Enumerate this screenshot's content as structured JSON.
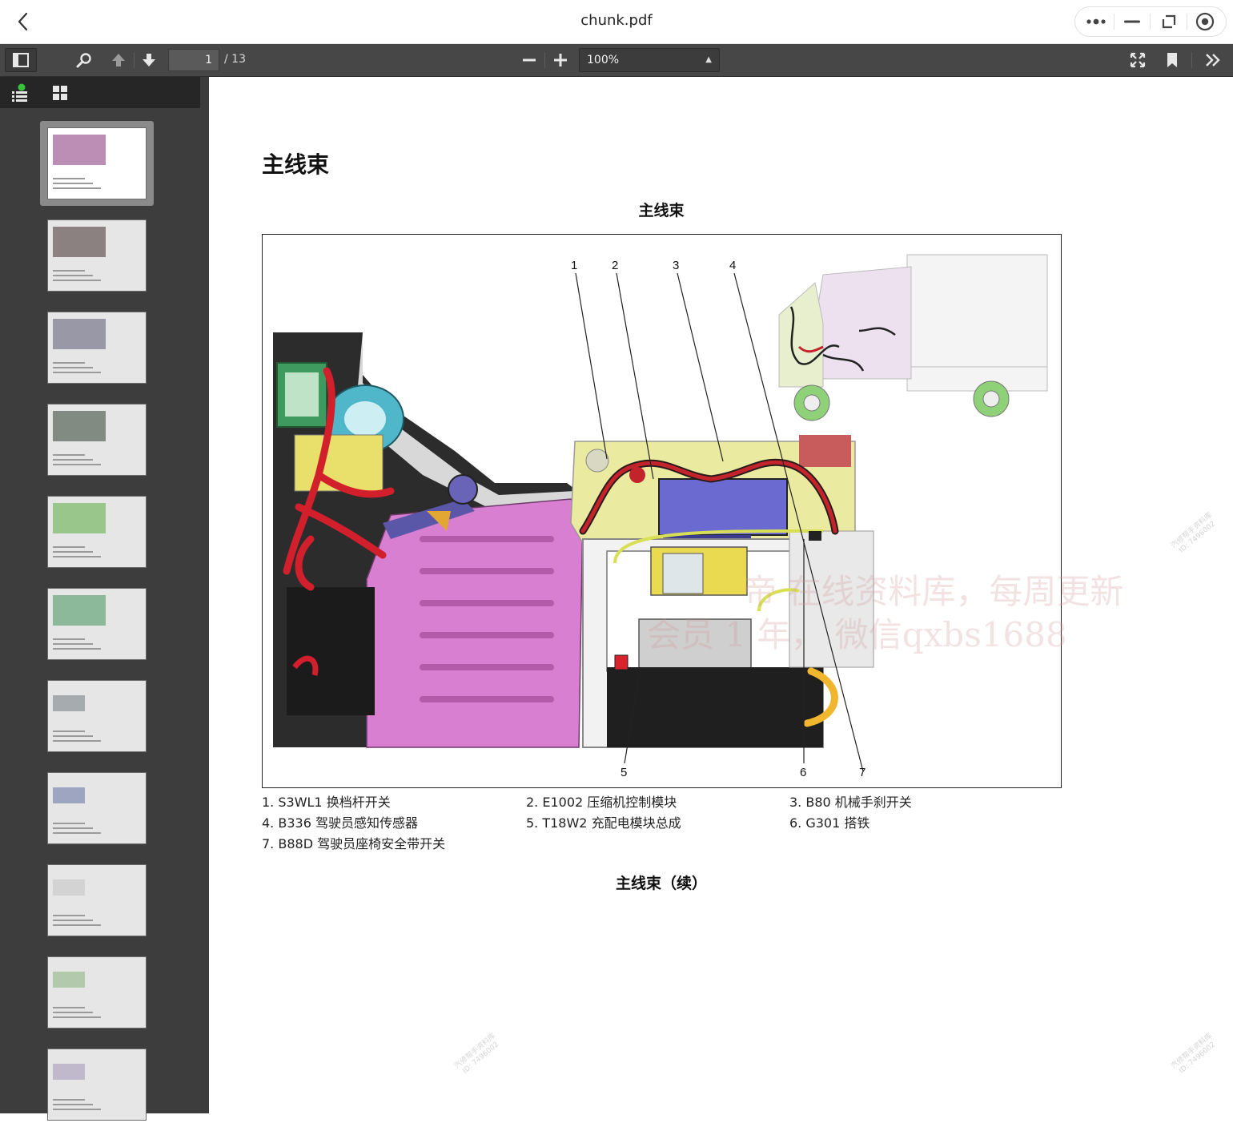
{
  "window": {
    "title": "chunk.pdf"
  },
  "toolbar": {
    "current_page": "1",
    "page_total": "/ 13",
    "zoom": "100%"
  },
  "sidebar": {
    "thumbnail_count": 11
  },
  "page": {
    "title": "主线束",
    "figure_title": "主线束",
    "figure_title_cont": "主线束（续）",
    "callouts": [
      "1",
      "2",
      "3",
      "4",
      "5",
      "6",
      "7"
    ],
    "legend": [
      "1. S3WL1 换档杆开关",
      "2. E1002 压缩机控制模块",
      "3. B80 机械手刹开关",
      "4. B336 驾驶员感知传感器",
      "5. T18W2 充配电模块总成",
      "6. G301 搭铁",
      "7. B88D 驾驶员座椅安全带开关"
    ],
    "watermark_line1": "帝 在线资料库，每周更新",
    "watermark_line2": "会员 1  年， 微信qxbs1688",
    "stamp_text": "汽修帮手资料库",
    "stamp_id": "ID: 7496002"
  }
}
